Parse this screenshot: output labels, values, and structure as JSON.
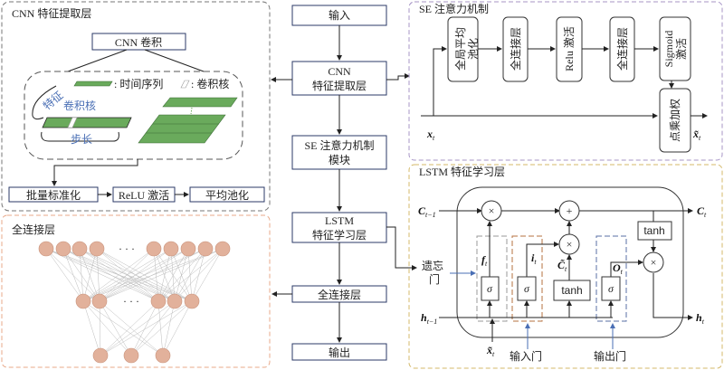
{
  "flow": {
    "input": "输入",
    "cnn": [
      "CNN",
      "特征提取层"
    ],
    "se": [
      "SE 注意力机制",
      "模块"
    ],
    "lstm": [
      "LSTM",
      "特征学习层"
    ],
    "fc": "全连接层",
    "output": "输出"
  },
  "cnn_panel": {
    "title": "CNN 特征提取层",
    "conv_box": "CNN 卷积",
    "legend_series": ": 时间序列",
    "legend_kernel": ": 卷积核",
    "feature_label": "特征",
    "kernel_label": "卷积核",
    "stride_label": "步长",
    "steps": [
      "批量标准化",
      "ReLU 激活",
      "平均池化"
    ],
    "colors": {
      "strip": "#6aaa5c",
      "annotation": "#4a6fb5"
    }
  },
  "se_panel": {
    "title": "SE 注意力机制",
    "blocks": [
      "全局平均池化",
      "全连接层",
      "Relu 激活",
      "全连接层",
      "Sigmoid 激活"
    ],
    "weight_block": "点乘加权",
    "input_label": {
      "main": "x",
      "sub": "t"
    },
    "output_label": {
      "main": "x̃",
      "sub": "t"
    }
  },
  "lstm_panel": {
    "title": "LSTM 特征学习层",
    "c_prev": {
      "main": "C",
      "sub": "t−1"
    },
    "c_next": {
      "main": "C",
      "sub": "t"
    },
    "h_prev": {
      "main": "h",
      "sub": "t−1"
    },
    "h_next": {
      "main": "h",
      "sub": "t"
    },
    "x_in": {
      "main": "x̃",
      "sub": "t"
    },
    "f": {
      "main": "f",
      "sub": "t"
    },
    "i": {
      "main": "i",
      "sub": "t"
    },
    "c_tilde": {
      "main": "C̃",
      "sub": "t"
    },
    "o": {
      "main": "O",
      "sub": "t"
    },
    "sigma": "σ",
    "tanh": "tanh",
    "times": "×",
    "plus": "+",
    "forget_gate": [
      "遗忘",
      "门"
    ],
    "input_gate": "输入门",
    "output_gate": "输出门"
  },
  "fc_panel": {
    "title": "全连接层",
    "layer_sizes_shown": [
      9,
      5,
      3
    ],
    "ellipsis": "· · ·",
    "node_color": "#e2b19b"
  }
}
